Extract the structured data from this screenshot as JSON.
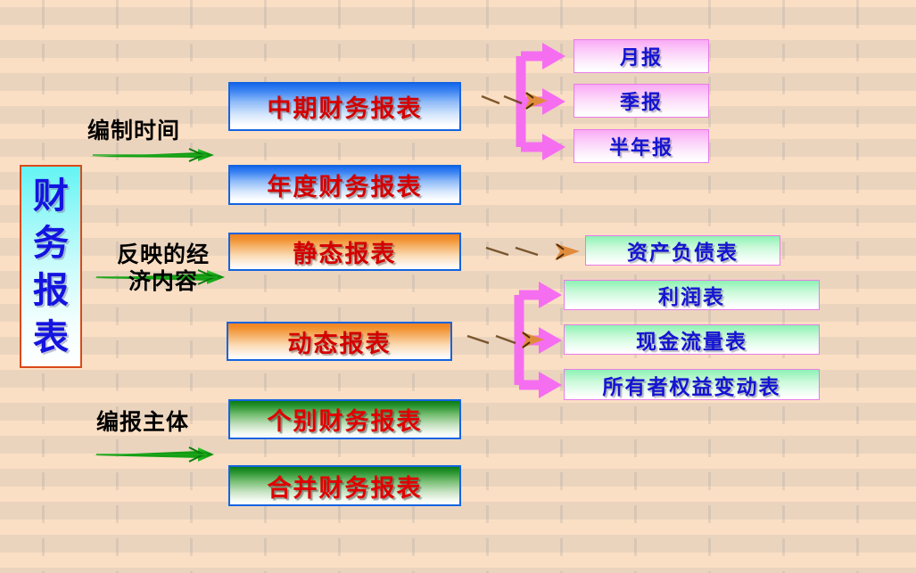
{
  "meta": {
    "background_color": "#fbdfc4",
    "title_text_color": "#1414e0",
    "red_text_color": "#d40000",
    "blue_text_color": "#1414d2",
    "green_arrow_color": "#14a814",
    "magenta_bracket_color": "#f56ef0",
    "spear_arrow_color": "#a05a22"
  },
  "root": {
    "label": "财务报表",
    "chars": [
      "财",
      "务",
      "报",
      "表"
    ]
  },
  "branches": [
    {
      "label": "编制时间",
      "label_lines": [
        "编制时间"
      ],
      "items": [
        {
          "label": "中期财务报表",
          "style": "blue",
          "children": [
            {
              "label": "月报",
              "style": "pink"
            },
            {
              "label": "季报",
              "style": "pink"
            },
            {
              "label": "半年报",
              "style": "pink"
            }
          ]
        },
        {
          "label": "年度财务报表",
          "style": "blue",
          "children": []
        }
      ]
    },
    {
      "label": "反映的经济内容",
      "label_lines": [
        "反映的经",
        "济内容"
      ],
      "items": [
        {
          "label": "静态报表",
          "style": "orange",
          "children": [
            {
              "label": "资产负债表",
              "style": "lgreen"
            }
          ]
        },
        {
          "label": "动态报表",
          "style": "orange",
          "children": [
            {
              "label": "利润表",
              "style": "lgreen"
            },
            {
              "label": "现金流量表",
              "style": "lgreen"
            },
            {
              "label": "所有者权益变动表",
              "style": "lgreen"
            }
          ]
        }
      ]
    },
    {
      "label": "编报主体",
      "label_lines": [
        "编报主体"
      ],
      "items": [
        {
          "label": "个别财务报表",
          "style": "dgreen",
          "children": []
        },
        {
          "label": "合并财务报表",
          "style": "dgreen",
          "children": []
        }
      ]
    }
  ]
}
